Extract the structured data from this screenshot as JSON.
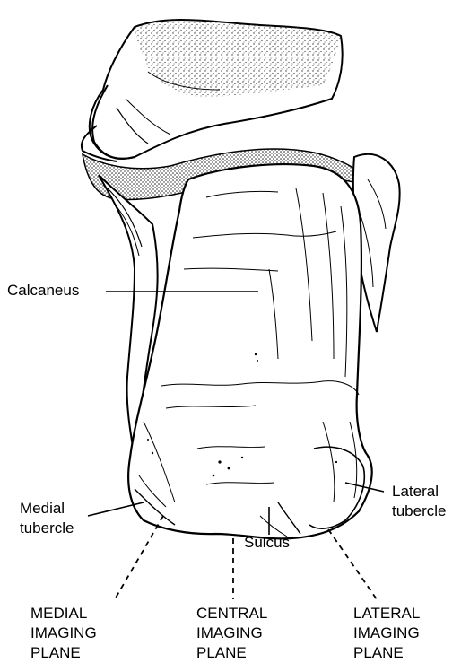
{
  "labels": {
    "calcaneus": "Calcaneus",
    "medial_tubercle": [
      "Medial",
      "tubercle"
    ],
    "lateral_tubercle": [
      "Lateral",
      "tubercle"
    ],
    "sulcus": "Sulcus",
    "medial_plane": [
      "MEDIAL",
      "IMAGING",
      "PLANE"
    ],
    "central_plane": [
      "CENTRAL",
      "IMAGING",
      "PLANE"
    ],
    "lateral_plane": [
      "LATERAL",
      "IMAGING",
      "PLANE"
    ]
  },
  "colors": {
    "ink": "#000000",
    "paper": "#ffffff",
    "stipple": "#555555"
  }
}
